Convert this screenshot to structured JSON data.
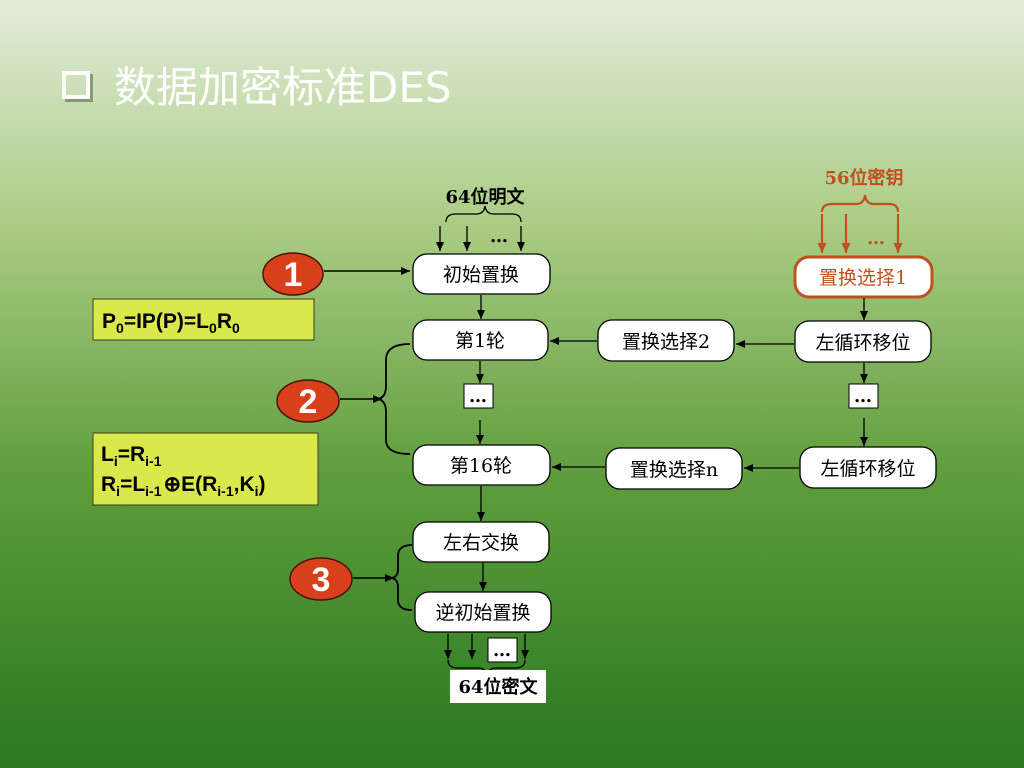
{
  "title": "数据加密标准DES",
  "labels": {
    "plaintext": "64位明文",
    "key": "56位密钥",
    "ciphertext": "64位密文",
    "ellipsis": "…"
  },
  "nodes": {
    "ip": "初始置换",
    "round1": "第1轮",
    "round16": "第16轮",
    "swap": "左右交换",
    "ip_inverse": "逆初始置换",
    "pc1": "置换选择1",
    "pc2": "置换选择2",
    "pcn": "置换选择n",
    "shift1": "左循环移位",
    "shift2": "左循环移位"
  },
  "steps": [
    "1",
    "2",
    "3"
  ],
  "formula1": {
    "main": "P",
    "sub1": "0",
    "mid": "=IP(P)=L",
    "sub2": "0",
    "end": "R",
    "sub3": "0"
  },
  "formula2": {
    "line1": {
      "a": "L",
      "a_sub": "i",
      "eq": "=R",
      "b_sub": "i-1"
    },
    "line2": {
      "a": "R",
      "a_sub": "i",
      "eq": "=L",
      "b_sub": "i-1",
      "op": "⊕",
      "fn": "E(R",
      "c_sub": "i-1",
      "comma": ",K",
      "d_sub": "i",
      "close": ")"
    }
  },
  "colors": {
    "key_accent": "#c0501e",
    "step_circle": "#d8401c",
    "formula_box": "#d9e84a",
    "node_fill": "#ffffff"
  }
}
